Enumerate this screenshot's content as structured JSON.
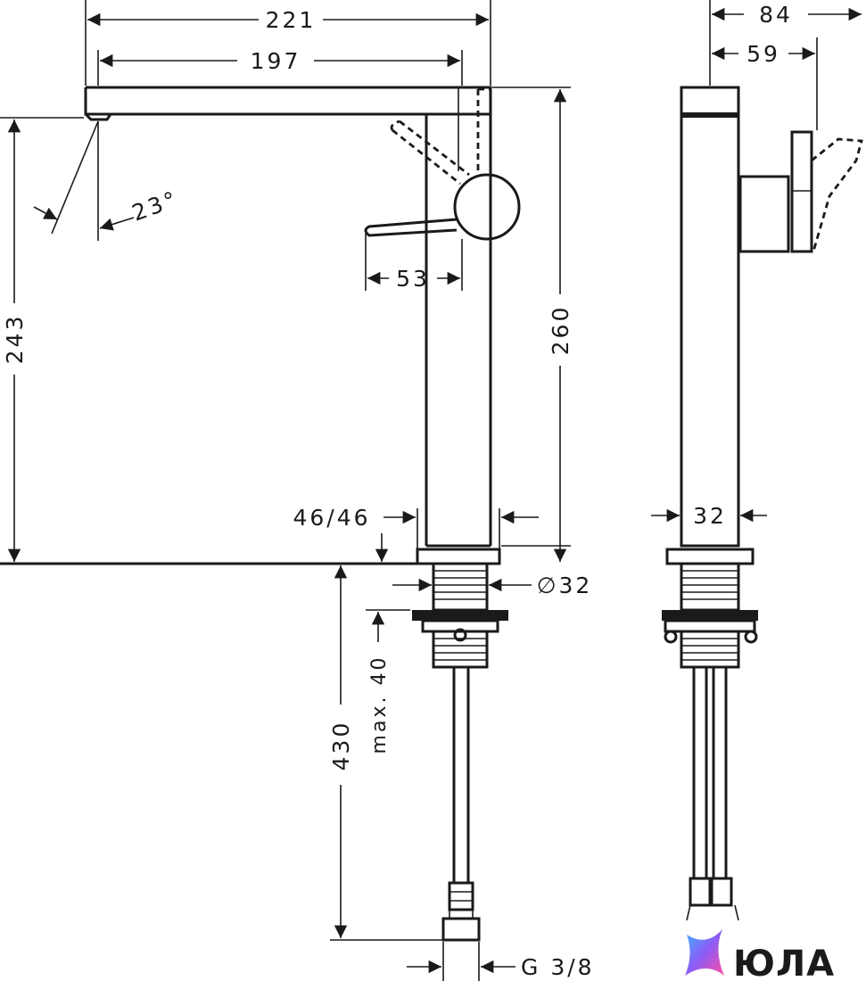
{
  "dimensions": {
    "total_width": "221",
    "spout_reach": "197",
    "side_depth": "84",
    "side_handle_depth": "59",
    "spout_angle": "23°",
    "handle_length": "53",
    "total_height": "243",
    "body_height": "260",
    "base_size": "46/46",
    "side_base": "32",
    "thread_diameter": "∅32",
    "max_thickness": "max. 40",
    "hose_length": "430",
    "connection": "G 3/8"
  },
  "brand": {
    "logo_text": "ЮЛА",
    "gradient": [
      "#3fb6ff",
      "#8b5cf6",
      "#ff4fa3"
    ]
  }
}
